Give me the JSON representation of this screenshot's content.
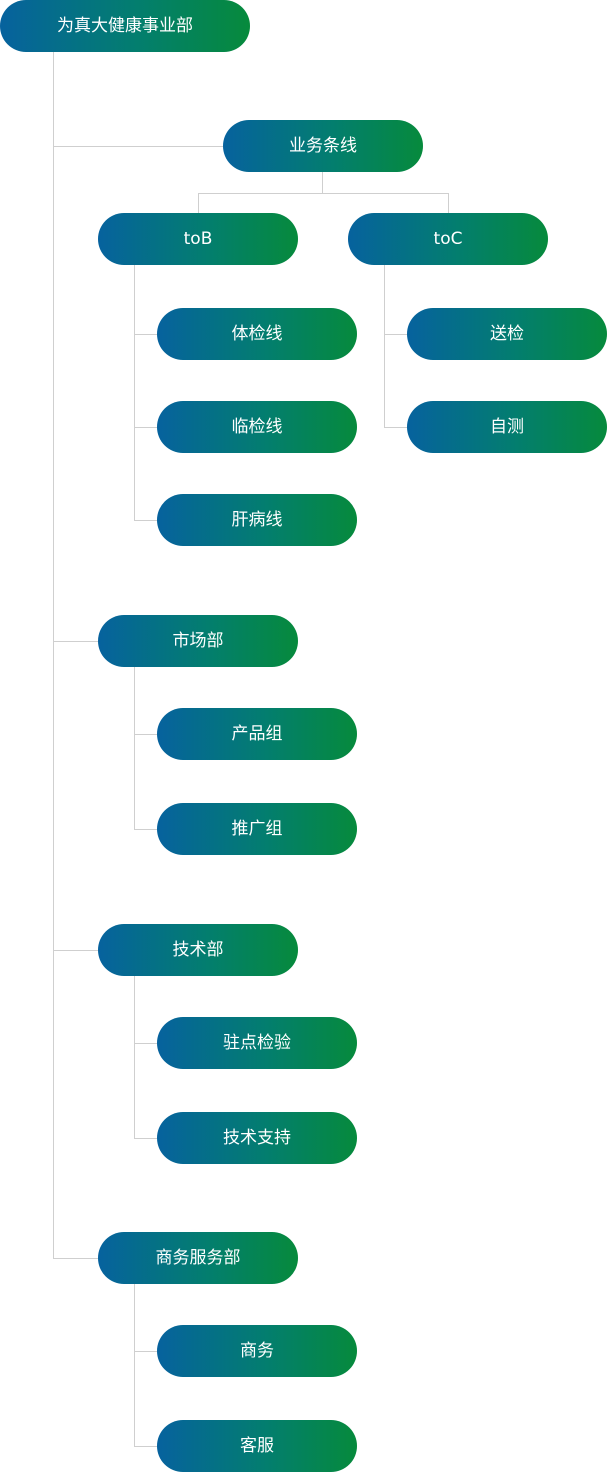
{
  "org_chart": {
    "root": {
      "label": "为真大健康事业部"
    },
    "business_lines": {
      "label": "业务条线"
    },
    "tob": {
      "label": "toB",
      "children": [
        "体检线",
        "临检线",
        "肝病线"
      ]
    },
    "toc": {
      "label": "toC",
      "children": [
        "送检",
        "自测"
      ]
    },
    "marketing": {
      "label": "市场部",
      "children": [
        "产品组",
        "推广组"
      ]
    },
    "technical": {
      "label": "技术部",
      "children": [
        "驻点检验",
        "技术支持"
      ]
    },
    "business_services": {
      "label": "商务服务部",
      "children": [
        "商务",
        "客服"
      ]
    }
  },
  "colors": {
    "node_gradient_start": "#06629e",
    "node_gradient_end": "#068a3c",
    "connector_line": "#cfcfcf",
    "node_text": "#ffffff"
  }
}
